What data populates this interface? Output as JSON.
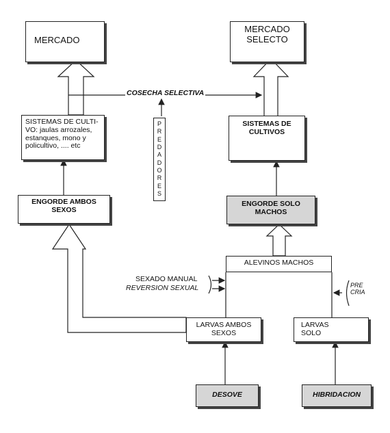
{
  "boxes": {
    "mercado": "MERCADO",
    "mercado_selecto": "MERCADO\nSELECTO",
    "sistemas_cultivo_left": "SISTEMAS DE CULTI-\nVO: jaulas arrozales,\nestanques, mono y\npolicultivo, .... etc",
    "sistemas_cultivos_right": "SISTEMAS DE\nCULTIVOS",
    "engorde_ambos": "ENGORDE AMBOS\nSEXOS",
    "engorde_machos": "ENGORDE SOLO\nMACHOS",
    "alevinos_machos": "ALEVINOS MACHOS",
    "larvas_ambos": "LARVAS AMBOS\nSEXOS",
    "larvas_solo": "LARVAS\nSOLO",
    "desove": "DESOVE",
    "hibridacion": "HIBRIDACION"
  },
  "labels": {
    "cosecha_selectiva": "COSECHA SELECTIVA",
    "predadores": "P\nR\nE\nD\nA\nD\nO\nR\nE\nS",
    "sexado_manual": "SEXADO MANUAL",
    "reversion_sexual": "REVERSION SEXUAL",
    "pre_cria": "PRE\nCRIA"
  },
  "colors": {
    "line": "#222222",
    "shaded_fill": "#d6d6d6"
  }
}
